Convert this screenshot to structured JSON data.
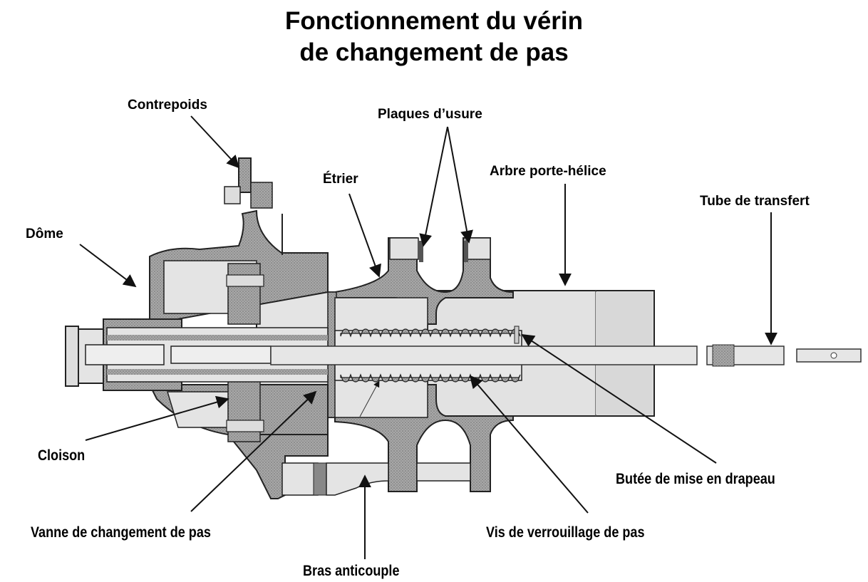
{
  "title": {
    "line1": "Fonctionnement du vérin",
    "line2": "de changement de pas"
  },
  "labels": {
    "contrepoids": "Contrepoids",
    "plaques_usure": "Plaques d’usure",
    "etrier": "Étrier",
    "arbre_porte_helice": "Arbre porte-hélice",
    "tube_transfert": "Tube de transfert",
    "dome": "Dôme",
    "cloison": "Cloison",
    "butee_drapeau": "Butée de mise en drapeau",
    "vanne_changement": "Vanne de changement de pas",
    "vis_verrouillage": "Vis de verrouillage de pas",
    "bras_anticouple": "Bras anticouple"
  },
  "colors": {
    "hatch": "#9a9a9a",
    "fill_light": "#e4e4e4",
    "outline": "#222222"
  }
}
